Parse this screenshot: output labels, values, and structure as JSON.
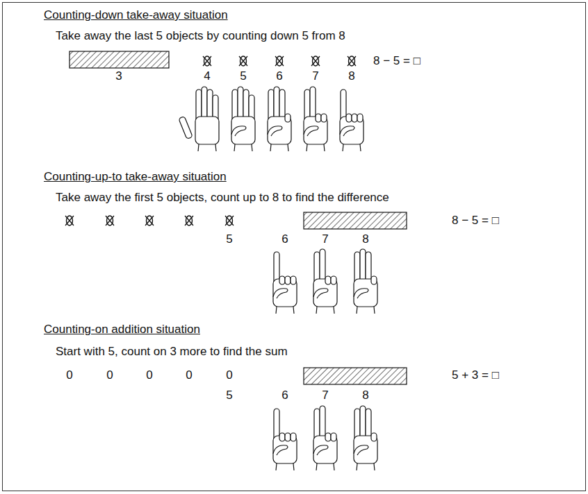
{
  "diagram": {
    "labels": [
      "Counting-down take-away situation",
      "Take away the last 5 objects by counting down 5 from 8",
      "8 − 5 = □",
      "3",
      "4",
      "5",
      "6",
      "7",
      "8",
      "Counting-up-to take-away situation",
      "Take away the first 5 objects, count up to 8 to find the difference",
      "8 − 5 = □",
      "5",
      "6",
      "7",
      "8",
      "Counting-on addition situation",
      "Start with 5, count on 3 more to find the sum",
      "0",
      "0",
      "0",
      "0",
      "0",
      "5 + 3 = □",
      "5",
      "6",
      "7",
      "8"
    ]
  }
}
